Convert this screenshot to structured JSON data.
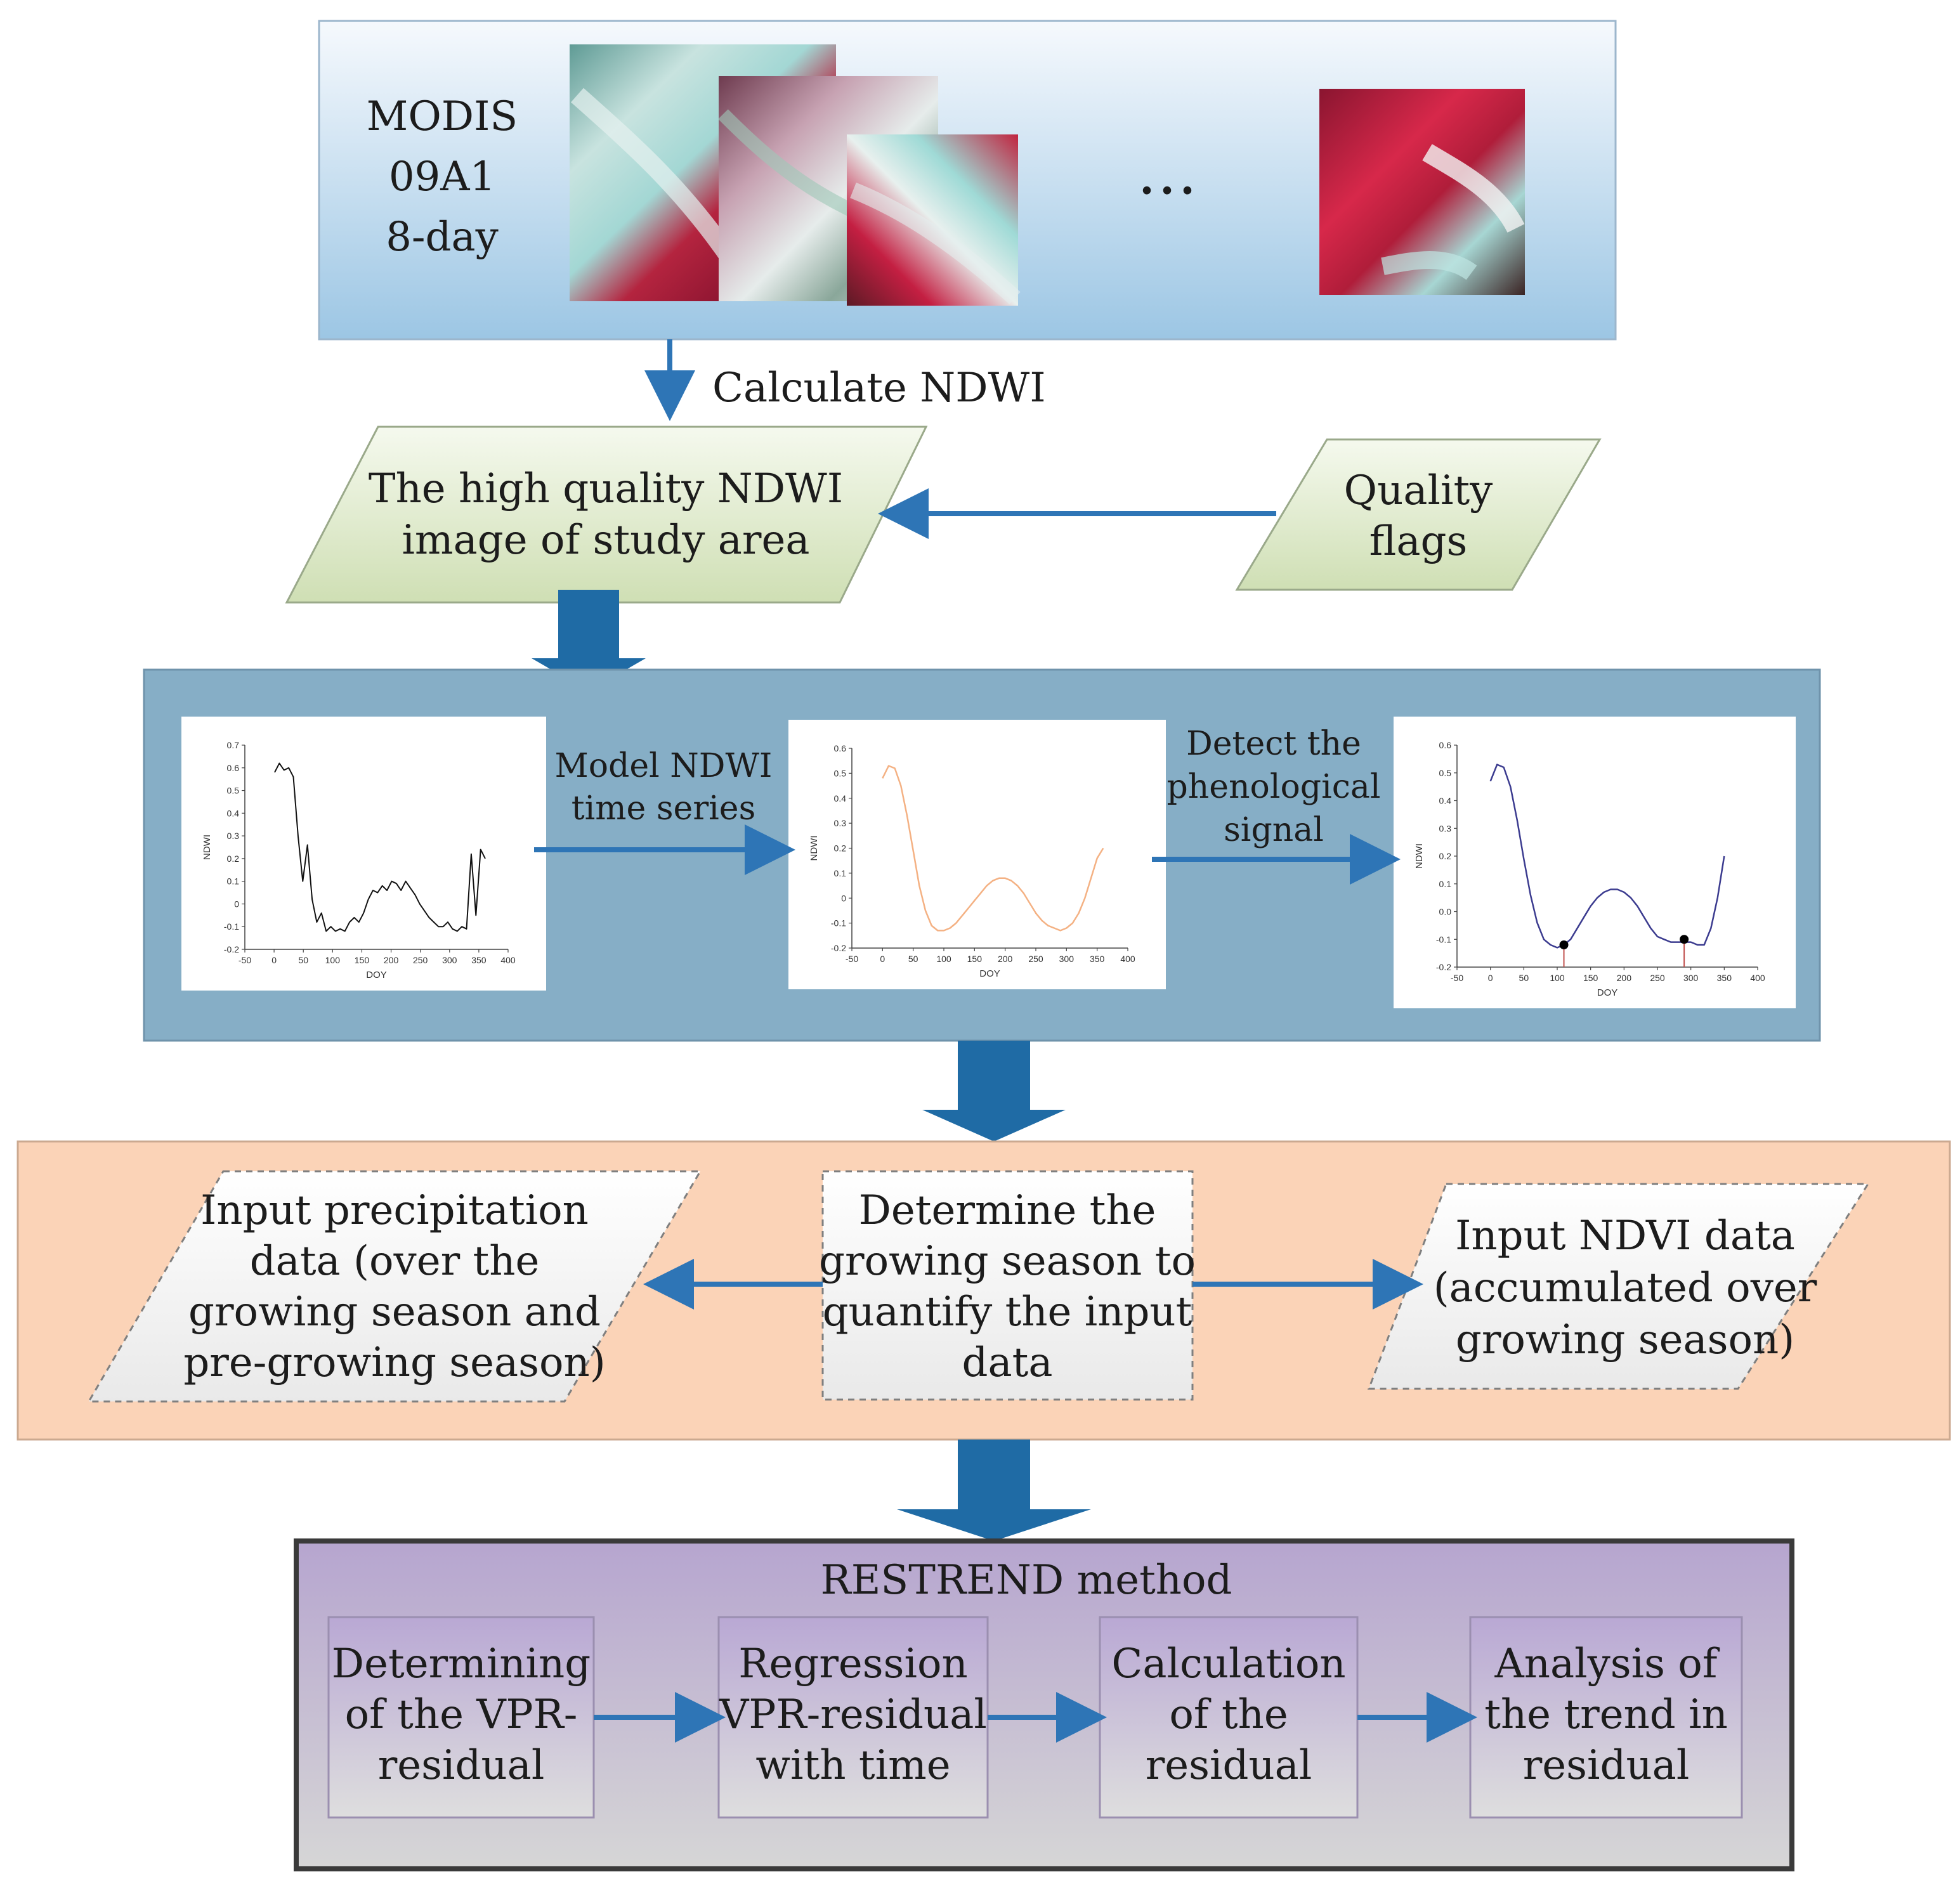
{
  "modis": {
    "label_lines": [
      "MODIS",
      "09A1",
      "8-day"
    ],
    "ellipsis": "…"
  },
  "calculate_ndwi": "Calculate NDWI",
  "ndwi_image": {
    "lines": [
      "The high quality NDWI",
      "image of study area"
    ]
  },
  "quality_flags": {
    "lines": [
      "Quality",
      "flags"
    ]
  },
  "model_step": {
    "lines": [
      "Model NDWI",
      "time series"
    ]
  },
  "detect_step": {
    "lines": [
      "Detect the",
      "phenological",
      "signal"
    ]
  },
  "plot_axes": {
    "xlabel": "DOY",
    "ylabel": "NDWI",
    "xticks": [
      "-50",
      "0",
      "50",
      "100",
      "150",
      "200",
      "250",
      "300",
      "350",
      "400"
    ]
  },
  "plots": [
    {
      "name": "raw",
      "yticks": [
        "-0.2",
        "-0.1",
        "0",
        "0.1",
        "0.2",
        "0.3",
        "0.4",
        "0.5",
        "0.6",
        "0.7"
      ],
      "ylim": [
        -0.2,
        0.7
      ],
      "color": "#111111",
      "x": [
        1,
        9,
        17,
        25,
        33,
        41,
        49,
        57,
        65,
        73,
        81,
        89,
        97,
        105,
        113,
        121,
        129,
        137,
        145,
        153,
        161,
        169,
        177,
        185,
        193,
        201,
        209,
        217,
        225,
        233,
        241,
        249,
        257,
        265,
        273,
        281,
        289,
        297,
        305,
        313,
        321,
        329,
        337,
        345,
        353,
        361
      ],
      "y": [
        0.58,
        0.62,
        0.59,
        0.6,
        0.56,
        0.3,
        0.1,
        0.26,
        0.02,
        -0.08,
        -0.04,
        -0.12,
        -0.1,
        -0.12,
        -0.11,
        -0.12,
        -0.08,
        -0.06,
        -0.08,
        -0.04,
        0.02,
        0.06,
        0.05,
        0.08,
        0.06,
        0.1,
        0.09,
        0.06,
        0.1,
        0.07,
        0.04,
        0.0,
        -0.03,
        -0.06,
        -0.08,
        -0.1,
        -0.1,
        -0.08,
        -0.11,
        -0.12,
        -0.1,
        -0.11,
        0.22,
        -0.05,
        0.24,
        0.2
      ]
    },
    {
      "name": "modeled",
      "yticks": [
        "-0.2",
        "-0.1",
        "0",
        "0.1",
        "0.2",
        "0.3",
        "0.4",
        "0.5",
        "0.6"
      ],
      "ylim": [
        -0.2,
        0.6
      ],
      "color": "#f4b183",
      "x": [
        0,
        10,
        20,
        30,
        40,
        50,
        60,
        70,
        80,
        90,
        100,
        110,
        120,
        130,
        140,
        150,
        160,
        170,
        180,
        190,
        200,
        210,
        220,
        230,
        240,
        250,
        260,
        270,
        280,
        290,
        300,
        310,
        320,
        330,
        340,
        350,
        360
      ],
      "y": [
        0.48,
        0.53,
        0.52,
        0.45,
        0.33,
        0.19,
        0.05,
        -0.05,
        -0.11,
        -0.13,
        -0.13,
        -0.12,
        -0.1,
        -0.07,
        -0.04,
        -0.01,
        0.02,
        0.05,
        0.07,
        0.08,
        0.08,
        0.07,
        0.05,
        0.02,
        -0.02,
        -0.06,
        -0.09,
        -0.11,
        -0.12,
        -0.13,
        -0.12,
        -0.1,
        -0.06,
        0.0,
        0.08,
        0.16,
        0.2
      ]
    },
    {
      "name": "phenology",
      "yticks": [
        "-0.2",
        "-0.1",
        "0.0",
        "0.1",
        "0.2",
        "0.3",
        "0.4",
        "0.5",
        "0.6"
      ],
      "ylim": [
        -0.2,
        0.6
      ],
      "color": "#3b3b8f",
      "x": [
        0,
        10,
        20,
        30,
        40,
        50,
        60,
        70,
        80,
        90,
        100,
        110,
        120,
        130,
        140,
        150,
        160,
        170,
        180,
        190,
        200,
        210,
        220,
        230,
        240,
        250,
        260,
        270,
        280,
        290,
        300,
        310,
        320,
        330,
        340,
        350
      ],
      "y": [
        0.47,
        0.53,
        0.52,
        0.45,
        0.33,
        0.19,
        0.06,
        -0.04,
        -0.1,
        -0.12,
        -0.13,
        -0.12,
        -0.1,
        -0.06,
        -0.02,
        0.02,
        0.05,
        0.07,
        0.08,
        0.08,
        0.07,
        0.05,
        0.02,
        -0.02,
        -0.06,
        -0.09,
        -0.1,
        -0.11,
        -0.11,
        -0.11,
        -0.11,
        -0.12,
        -0.12,
        -0.06,
        0.05,
        0.2
      ],
      "markers": [
        {
          "x": 110,
          "y": -0.12
        },
        {
          "x": 290,
          "y": -0.1
        }
      ],
      "marker_line_color": "#c0504d"
    }
  ],
  "growing_season": {
    "lines": [
      "Determine the",
      "growing season to",
      "quantify the input",
      "data"
    ]
  },
  "precipitation": {
    "lines": [
      "Input precipitation",
      "data (over the",
      "growing season and",
      "pre-growing season)"
    ]
  },
  "ndvi_input": {
    "lines": [
      "Input NDVI data",
      "(accumulated over",
      "growing season)"
    ]
  },
  "restrend": {
    "title": "RESTREND method",
    "steps": [
      {
        "lines": [
          "Determining",
          "of the VPR-",
          "residual"
        ]
      },
      {
        "lines": [
          "Regression",
          "VPR-residual",
          "with time"
        ]
      },
      {
        "lines": [
          "Calculation",
          "of the",
          "residual"
        ]
      },
      {
        "lines": [
          "Analysis of",
          "the trend in",
          "residual"
        ]
      }
    ]
  },
  "colors": {
    "arrow": "#2e75b6",
    "big_arrow": "#1f6ba5",
    "plots_panel": "#86aec6",
    "growing_panel": "#fbd3b7",
    "restrend_border": "#3a3a3a"
  }
}
